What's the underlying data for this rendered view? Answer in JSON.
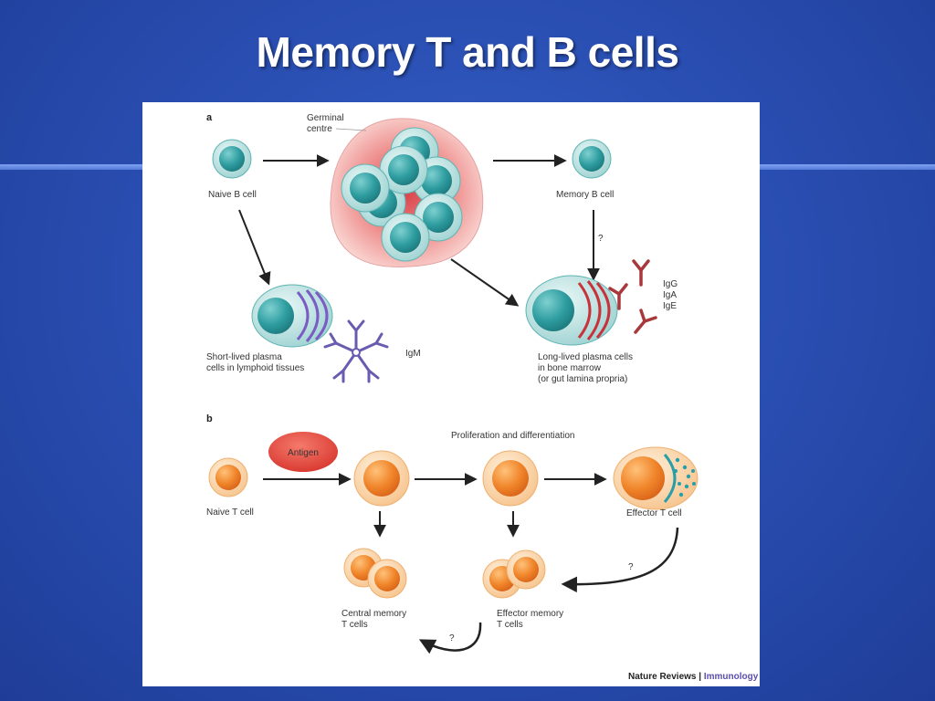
{
  "slide": {
    "title": "Memory T and B cells"
  },
  "figure": {
    "panel_a": {
      "label": "a",
      "germinal_centre_line1": "Germinal",
      "germinal_centre_line2": "centre",
      "naive_b_cell": "Naive B cell",
      "memory_b_cell": "Memory B cell",
      "question_mark": "?",
      "short_lived_line1": "Short-lived plasma",
      "short_lived_line2": "cells in lymphoid tissues",
      "igm": "IgM",
      "long_lived_line1": "Long-lived plasma cells",
      "long_lived_line2": "in bone marrow",
      "long_lived_line3": "(or gut lamina propria)",
      "igg": "IgG",
      "iga": "IgA",
      "ige": "IgE"
    },
    "panel_b": {
      "label": "b",
      "antigen": "Antigen",
      "proliferation": "Proliferation and differentiation",
      "naive_t_cell": "Naive T cell",
      "effector_t_cell": "Effector T cell",
      "question_right": "?",
      "question_bottom": "?",
      "central_memory_line1": "Central memory",
      "central_memory_line2": "T cells",
      "effector_memory_line1": "Effector memory",
      "effector_memory_line2": "T cells"
    },
    "credit": {
      "journal": "Nature Reviews",
      "separator": " | ",
      "section": "Immunology"
    }
  },
  "colors": {
    "background": "#2a4fb3",
    "b_cell": "#3aa7a8",
    "t_cell": "#f08a2c",
    "germinal_centre": "#e88a8a",
    "igm": "#6a5bb0",
    "igg": "#a8383c",
    "antigen": "#e2453a"
  }
}
